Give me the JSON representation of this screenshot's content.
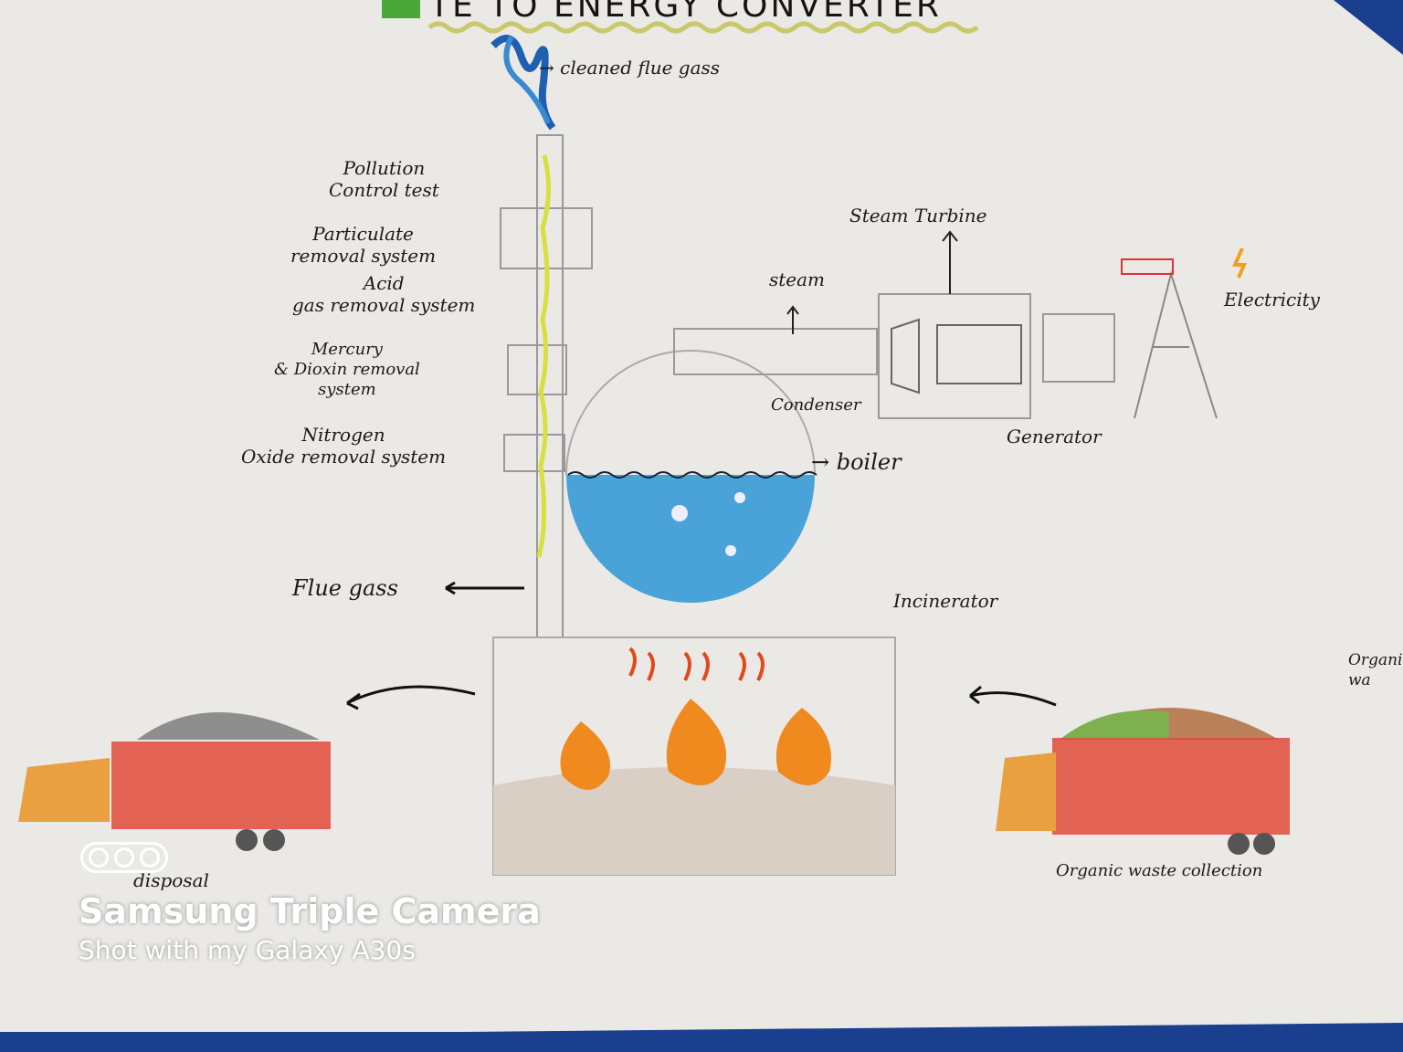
{
  "title": "TE TO ENERGY CONVERTER",
  "labels": {
    "cleaned_flue_gas": "→ cleaned flue gass",
    "pollution_control_test": "Pollution\nControl test",
    "particulate": "Particulate\nremoval system",
    "acid_gas": "Acid\ngas removal system",
    "mercury": "Mercury\n& Dioxin removal\nsystem",
    "nitrogen": "Nitrogen\nOxide removal system",
    "flue_gas": "Flue gass",
    "steam": "steam",
    "condenser": "Condenser",
    "steam_turbine": "Steam Turbine",
    "generator": "Generator",
    "electricity": "Electricity",
    "boiler": "→ boiler",
    "incinerator": "Incinerator",
    "organic_waste_collection": "Organic waste collection",
    "organic_waste_partial": "Organi\nwa",
    "disposal": "disposal"
  },
  "watermark": {
    "line1": "Samsung Triple Camera",
    "line2": "Shot with my Galaxy A30s"
  },
  "colors": {
    "paper": "#ecebe8",
    "water": "#4aa3d8",
    "fire": "#f08a1e",
    "truck": "#e04a3a"
  }
}
